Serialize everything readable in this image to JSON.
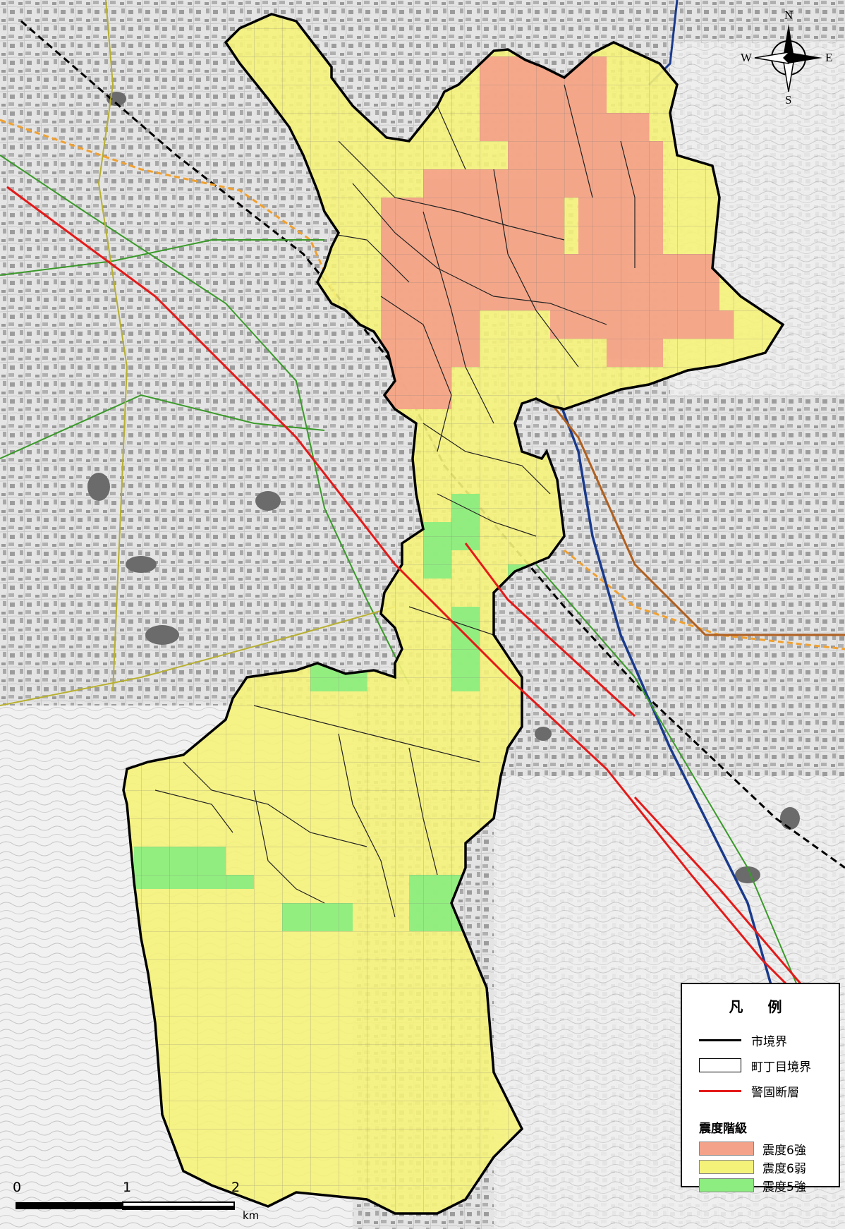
{
  "legend": {
    "title": "凡 例",
    "items": [
      {
        "label": "市境界",
        "style": "line",
        "color": "#000000"
      },
      {
        "label": "町丁目境界",
        "style": "box",
        "color": "#000000"
      },
      {
        "label": "警固断層",
        "style": "line",
        "color": "#e41a1a"
      }
    ],
    "intensity_title": "震度階級",
    "intensity_classes": [
      {
        "label": "震度6強",
        "color": "#f4a38a"
      },
      {
        "label": "震度6弱",
        "color": "#f5f27a"
      },
      {
        "label": "震度5強",
        "color": "#8ded80"
      }
    ]
  },
  "compass": {
    "n": "N",
    "s": "S",
    "e": "E",
    "w": "W"
  },
  "scale_bar": {
    "labels": [
      "0",
      "1",
      "2"
    ],
    "unit": "km"
  }
}
